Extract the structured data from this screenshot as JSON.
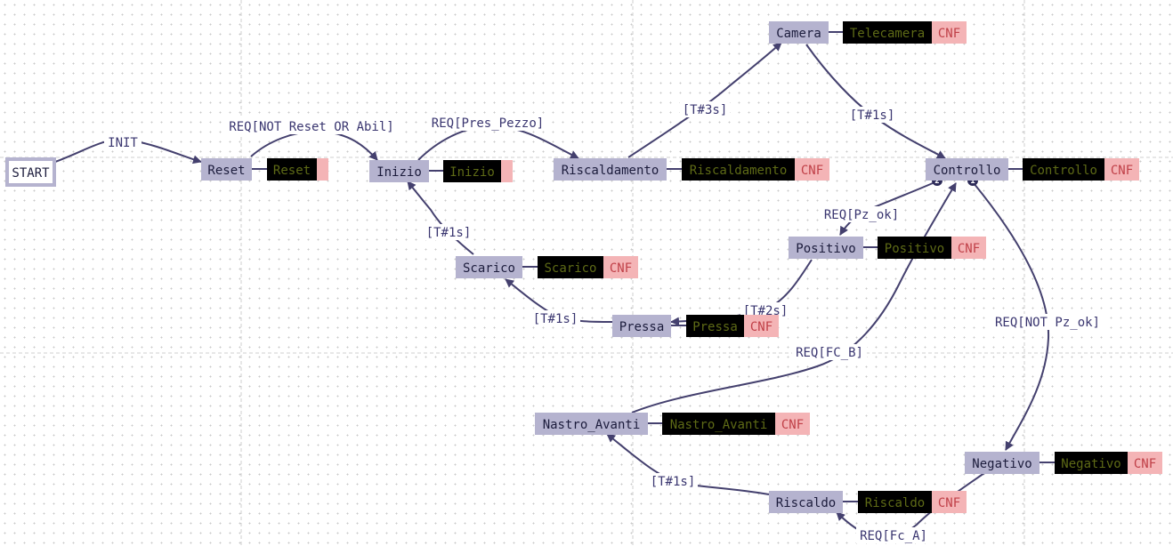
{
  "colors": {
    "state_fill": "#b5b3cf",
    "state_text": "#1c1c3c",
    "edge": "#44406e",
    "action_bg": "#000000",
    "action_text": "#5e6a16",
    "cnf_bg": "#f4b4b6",
    "cnf_text": "#c04048"
  },
  "start": {
    "label": "START"
  },
  "states": [
    {
      "id": "reset",
      "label": "Reset",
      "action": "Reset",
      "cnf": ""
    },
    {
      "id": "inizio",
      "label": "Inizio",
      "action": "Inizio",
      "cnf": ""
    },
    {
      "id": "riscaldamento",
      "label": "Riscaldamento",
      "action": "Riscaldamento",
      "cnf": "CNF"
    },
    {
      "id": "camera",
      "label": "Camera",
      "action": "Telecamera",
      "cnf": "CNF"
    },
    {
      "id": "controllo",
      "label": "Controllo",
      "action": "Controllo",
      "cnf": "CNF"
    },
    {
      "id": "positivo",
      "label": "Positivo",
      "action": "Positivo",
      "cnf": "CNF"
    },
    {
      "id": "scarico",
      "label": "Scarico",
      "action": "Scarico",
      "cnf": "CNF"
    },
    {
      "id": "pressa",
      "label": "Pressa",
      "action": "Pressa",
      "cnf": "CNF"
    },
    {
      "id": "nastro_avanti",
      "label": "Nastro_Avanti",
      "action": "Nastro_Avanti",
      "cnf": "CNF"
    },
    {
      "id": "negativo",
      "label": "Negativo",
      "action": "Negativo",
      "cnf": "CNF"
    },
    {
      "id": "riscaldo",
      "label": "Riscaldo",
      "action": "Riscaldo",
      "cnf": "CNF"
    }
  ],
  "transitions": [
    {
      "id": "start-reset",
      "label": "INIT"
    },
    {
      "id": "reset-inizio",
      "label": "REQ[NOT Reset OR Abil]"
    },
    {
      "id": "inizio-riscaldamento",
      "label": "REQ[Pres_Pezzo]"
    },
    {
      "id": "riscaldamento-camera",
      "label": "[T#3s]"
    },
    {
      "id": "camera-controllo",
      "label": "[T#1s]"
    },
    {
      "id": "controllo-positivo",
      "label": "REQ[Pz_ok]",
      "priority": "2"
    },
    {
      "id": "controllo-negativo",
      "label": "REQ[NOT Pz_ok]",
      "priority": "1"
    },
    {
      "id": "positivo-pressa",
      "label": "[T#2s]"
    },
    {
      "id": "pressa-scarico",
      "label": "[T#1s]"
    },
    {
      "id": "scarico-inizio",
      "label": "[T#1s]"
    },
    {
      "id": "negativo-riscaldo",
      "label": "REQ[Fc_A]"
    },
    {
      "id": "riscaldo-nastro",
      "label": "[T#1s]"
    },
    {
      "id": "nastro-controllo",
      "label": "REQ[FC_B]"
    }
  ]
}
